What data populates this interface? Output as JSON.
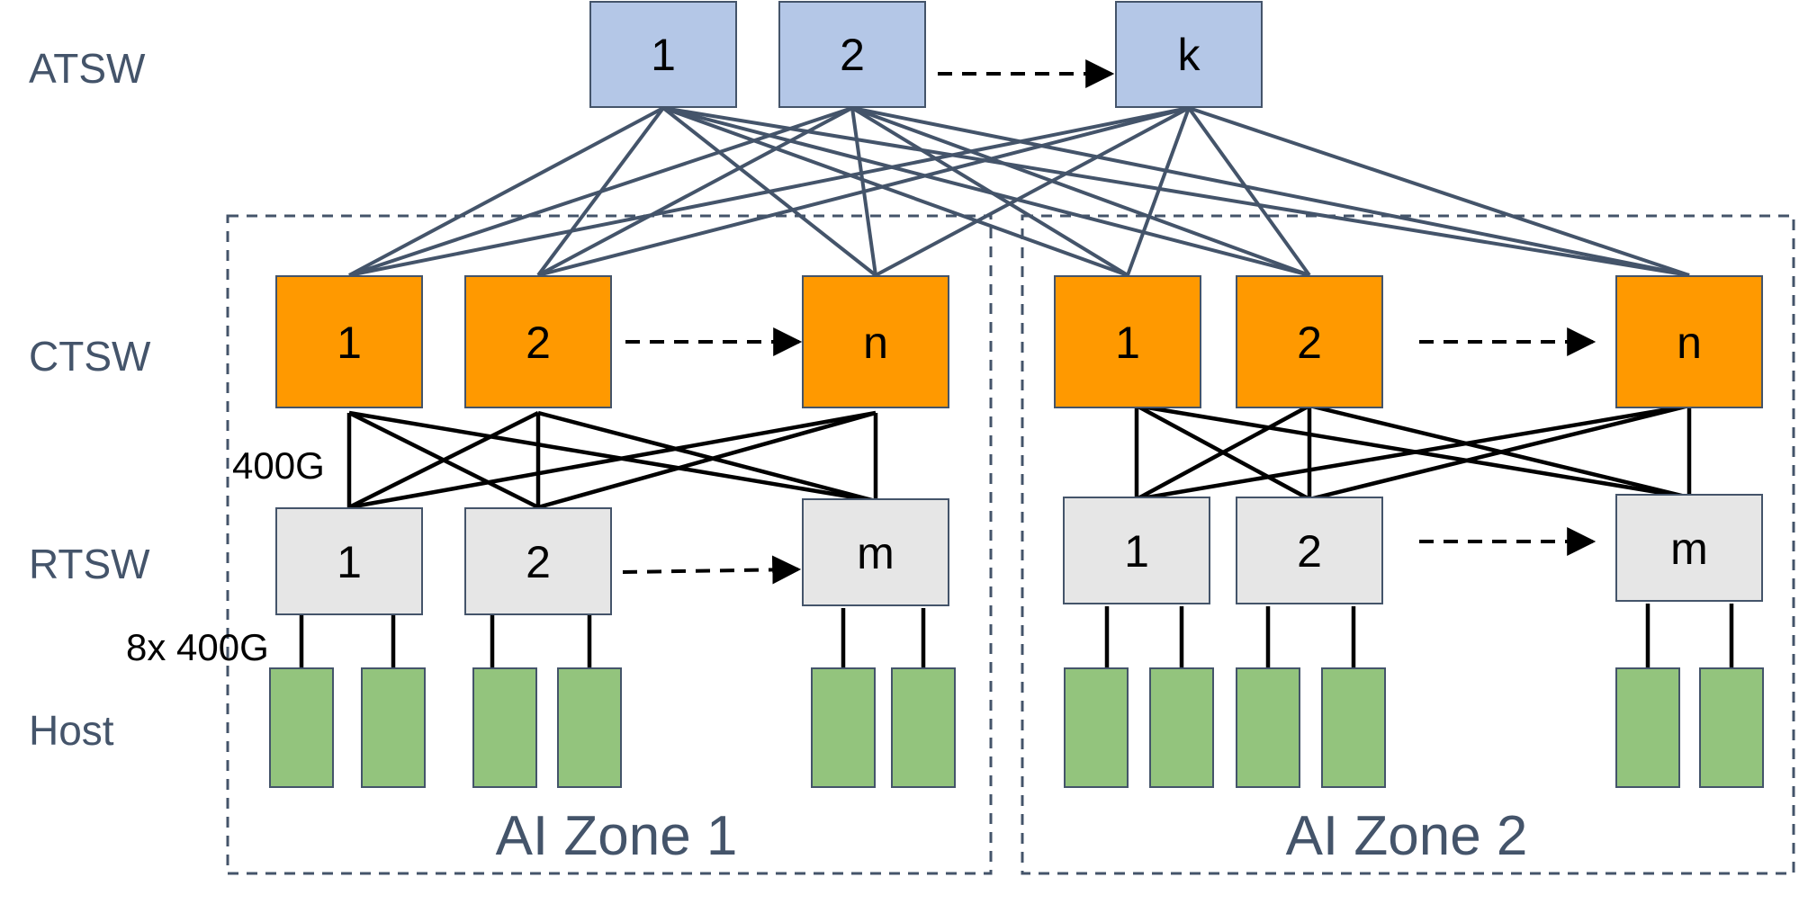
{
  "colors": {
    "atsw_fill": "#b4c7e7",
    "ctsw_fill": "#ff9900",
    "rtsw_fill": "#e6e6e6",
    "host_fill": "#93c47d",
    "node_border": "#44546a",
    "uplink_line": "#44546a",
    "downlink_line": "#000000",
    "zone_border": "#44546a"
  },
  "tiers": {
    "atsw": "ATSW",
    "ctsw": "CTSW",
    "rtsw": "RTSW",
    "host": "Host"
  },
  "atsw": {
    "nodes": [
      "1",
      "2",
      "k"
    ]
  },
  "zones": [
    {
      "name": "AI Zone 1",
      "ctsw": [
        "1",
        "2",
        "n"
      ],
      "rtsw": [
        "1",
        "2",
        "m"
      ]
    },
    {
      "name": "AI Zone 2",
      "ctsw": [
        "1",
        "2",
        "n"
      ],
      "rtsw": [
        "1",
        "2",
        "m"
      ]
    }
  ],
  "bandwidth": {
    "ctsw_rtsw": "400G",
    "rtsw_host": "8x 400G"
  }
}
